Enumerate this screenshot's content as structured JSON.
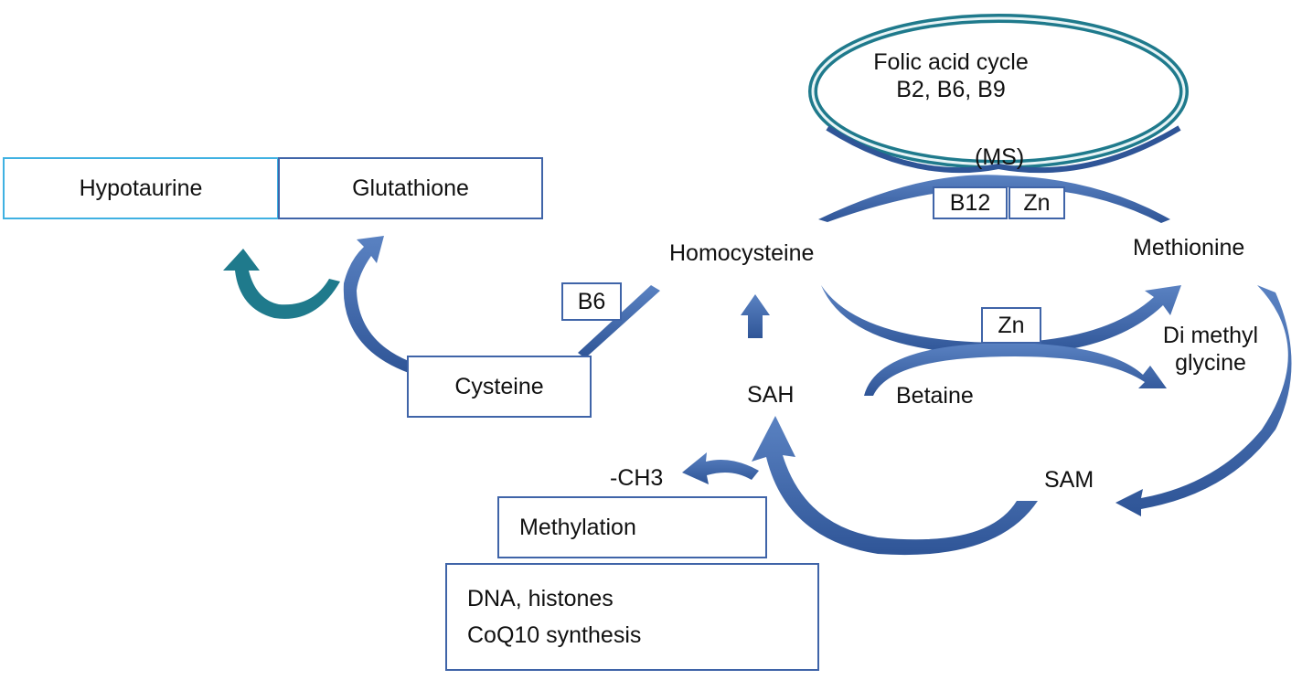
{
  "folic_cycle": {
    "line1": "Folic acid cycle",
    "line2": "B2, B6, B9"
  },
  "ms_label": "(MS)",
  "cofactors": {
    "b12": "B12",
    "zn_top": "Zn",
    "zn_mid": "Zn",
    "b6": "B6"
  },
  "boxes": {
    "hypotaurine": "Hypotaurine",
    "glutathione": "Glutathione",
    "cysteine": "Cysteine",
    "methylation": "Methylation",
    "targets_line1": "DNA, histones",
    "targets_line2": "CoQ10 synthesis"
  },
  "nodes": {
    "homocysteine": "Homocysteine",
    "methionine": "Methionine",
    "sah": "SAH",
    "sam": "SAM",
    "betaine": "Betaine",
    "dmg_line1": "Di methyl",
    "dmg_line2": "glycine",
    "ch3": "-CH3"
  },
  "colors": {
    "arrow": "#4a72b5",
    "arrow_dark": "#2f5597",
    "teal": "#1f7a8c",
    "box_border": "#3f64a8",
    "box_light": "#3fb1e2"
  }
}
